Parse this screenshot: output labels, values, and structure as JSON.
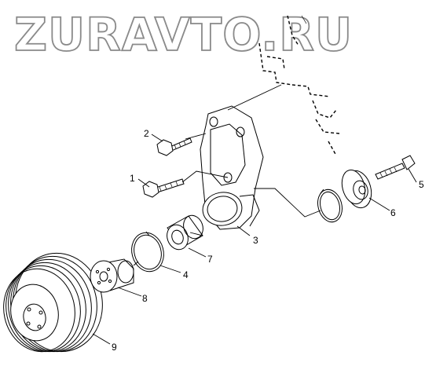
{
  "watermark": {
    "text": "ZURAVTO.RU"
  },
  "callouts": [
    {
      "id": "1",
      "label": "1"
    },
    {
      "id": "2",
      "label": "2"
    },
    {
      "id": "3",
      "label": "3"
    },
    {
      "id": "4",
      "label": "4"
    },
    {
      "id": "5",
      "label": "5"
    },
    {
      "id": "6",
      "label": "6"
    },
    {
      "id": "7",
      "label": "7"
    },
    {
      "id": "8",
      "label": "8"
    },
    {
      "id": "9",
      "label": "9"
    }
  ],
  "colors": {
    "line": "#000000",
    "watermark_outline": "#8a8a8a",
    "background": "#ffffff"
  }
}
